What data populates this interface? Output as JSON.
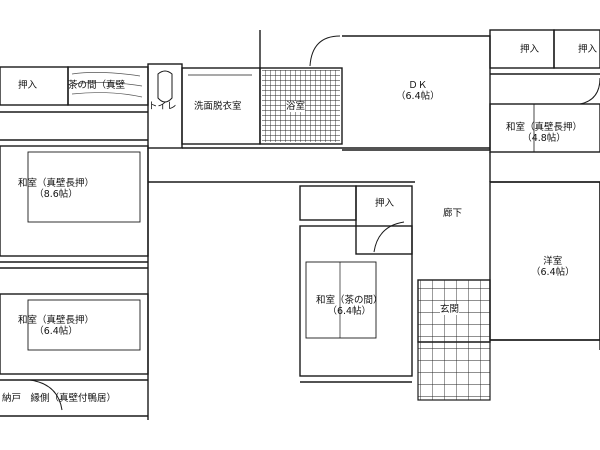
{
  "rooms": {
    "oshiire_top_left": {
      "name": "押入"
    },
    "chanoma_strip": {
      "name": "茶の間（真壁"
    },
    "toilet": {
      "name": "トイレ"
    },
    "senmen": {
      "name": "洗面脱衣室"
    },
    "yokushitsu": {
      "name": "浴室"
    },
    "dk": {
      "name": "ＤＫ",
      "size": "（6.4帖）"
    },
    "oshiire_top_right_1": {
      "name": "押入"
    },
    "oshiire_top_right_2": {
      "name": "押入"
    },
    "washitsu_48": {
      "name": "和室（真壁長押）",
      "size": "（4.8帖）"
    },
    "washitsu_86": {
      "name": "和室（真壁長押）",
      "size": "（8.6帖）"
    },
    "washitsu_64_left": {
      "name": "和室（真壁長押）",
      "size": "（6.4帖）"
    },
    "oshiire_center": {
      "name": "押入"
    },
    "rouka": {
      "name": "廊下"
    },
    "washitsu_chanoma": {
      "name": "和室（茶の間）",
      "size": "（6.4帖）"
    },
    "youshitsu": {
      "name": "洋室",
      "size": "（6.4帖）"
    },
    "genkan": {
      "name": "玄関"
    },
    "engawa": {
      "name": "納戸　縁側（真壁付鴨居）"
    }
  },
  "colors": {
    "line": "#1a1a1a",
    "tile": "#333333",
    "wood": "#555555"
  }
}
